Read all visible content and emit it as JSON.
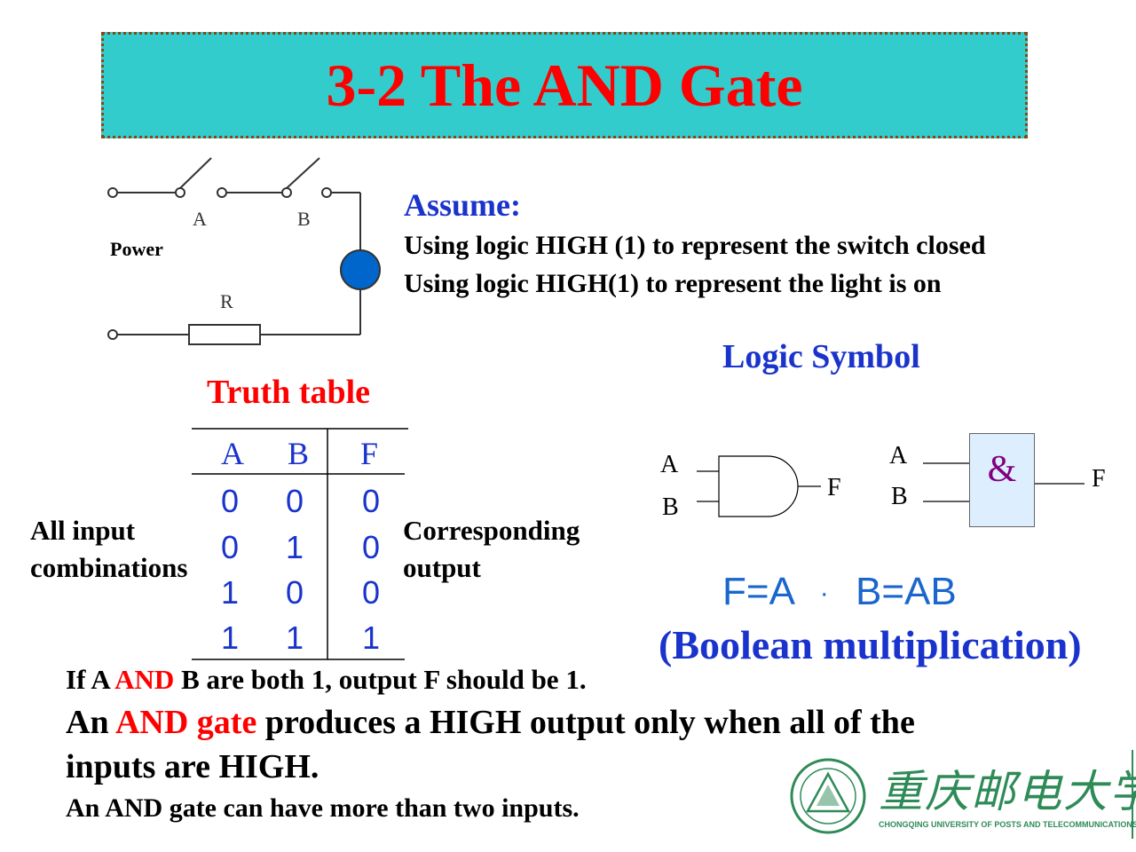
{
  "title": "3-2 The AND  Gate",
  "circuit": {
    "power_label": "Power",
    "switch_a": "A",
    "switch_b": "B",
    "resistor": "R"
  },
  "assume": {
    "heading": "Assume:",
    "line1": "Using logic HIGH (1) to represent the switch closed",
    "line2": "Using logic HIGH(1) to represent the light is on"
  },
  "truth_table": {
    "title": "Truth table",
    "headers": [
      "A",
      "B",
      "F"
    ],
    "rows": [
      [
        "0",
        "0",
        "0"
      ],
      [
        "0",
        "1",
        "0"
      ],
      [
        "1",
        "0",
        "0"
      ],
      [
        "1",
        "1",
        "1"
      ]
    ],
    "left_label_1": "All input",
    "left_label_2": "combinations",
    "right_label_1": "Corresponding",
    "right_label_2": "output"
  },
  "logic_symbol": {
    "title": "Logic Symbol",
    "gate1_in_a": "A",
    "gate1_in_b": "B",
    "gate1_out": "F",
    "gate2_in_a": "A",
    "gate2_in_b": "B",
    "gate2_out": "F",
    "gate2_symbol": "&"
  },
  "formula": {
    "left": "F=A",
    "dot": "·",
    "right": "B=AB",
    "note": "(Boolean multiplication)"
  },
  "text": {
    "l1_a": "If A ",
    "l1_red": "AND",
    "l1_b": " B are both 1, output  F should be 1.",
    "l2_a": "An ",
    "l2_red": "AND gate",
    "l2_b": " produces a HIGH output only when all of the",
    "l3": "inputs are HIGH.",
    "l4": "An AND gate can have more than two inputs."
  },
  "logo": {
    "chinese": "重庆邮电大学",
    "english": "CHONGQING UNIVERSITY OF POSTS AND TELECOMMUNICATIONS"
  },
  "colors": {
    "title_bg": "#33cccc",
    "title_text": "#ff0000",
    "blue": "#1a33cc",
    "lamp": "#0066cc",
    "logo_green": "#2e8b57"
  }
}
